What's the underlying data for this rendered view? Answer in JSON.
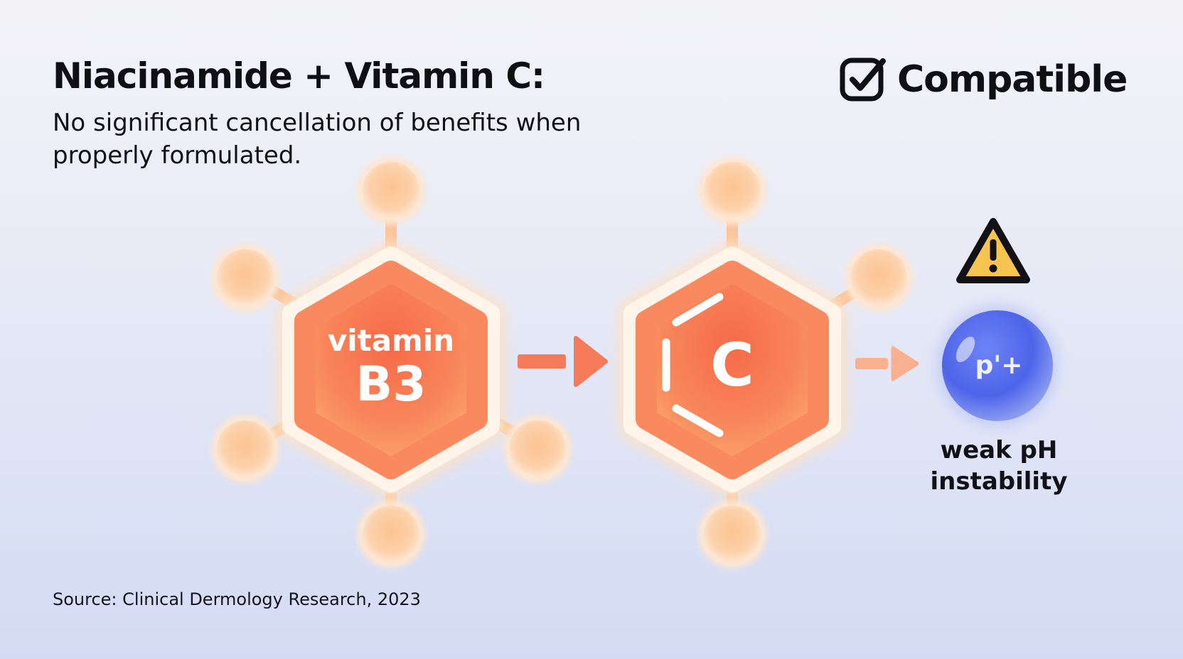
{
  "header": {
    "title": "Niacinamide + Vitamin C:",
    "subtitle": "No significant cancellation of benefits when properly formulated."
  },
  "badge": {
    "label": "Compatible",
    "icon": "checkbox-icon"
  },
  "molecules": {
    "b3": {
      "line1": "vitamin",
      "line2": "B3"
    },
    "c": {
      "letter": "C"
    }
  },
  "result": {
    "warning_icon": "warning-icon",
    "sphere_label": "p'+",
    "note_line1": "weak pH",
    "note_line2": "instability"
  },
  "footer": {
    "source": "Source: Clinical Dermology Research, 2023"
  },
  "colors": {
    "hex_orange": "#f57a52",
    "hex_glow": "#fde3cc",
    "node_peach": "#fcc99a",
    "arrow": "#f47a5a",
    "arrow_light": "#f8b08e",
    "sphere_blue": "#4f67ec",
    "warning_yellow": "#f7c44f",
    "text": "#0f0f14"
  }
}
